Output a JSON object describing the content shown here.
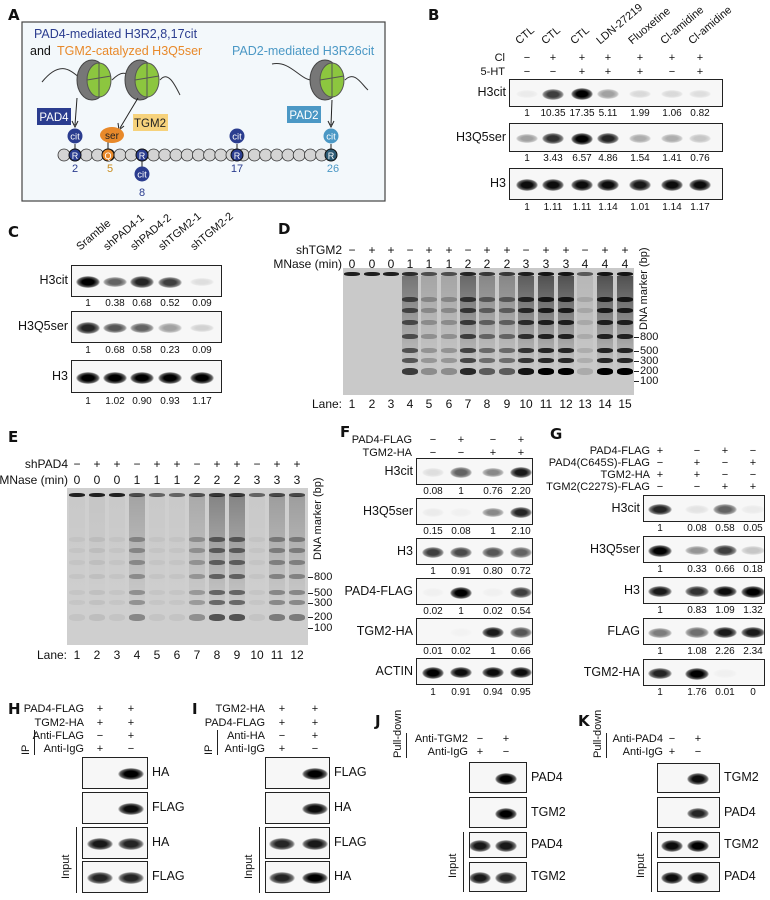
{
  "A": {
    "label": "A",
    "title_pad4": "PAD4-mediated H3R2,8,17cit",
    "title_and": "and",
    "title_tgm2": "TGM2-catalyzed H3Q5ser",
    "title_pad2": "PAD2-mediated H3R26cit",
    "enzyme_pad4": "PAD4",
    "enzyme_tgm2": "TGM2",
    "enzyme_pad2": "PAD2",
    "mod_cit": "cit",
    "mod_ser": "ser",
    "res_R": "R",
    "res_Q": "Q",
    "pos_2": "2",
    "pos_5": "5",
    "pos_8": "8",
    "pos_17": "17",
    "pos_26": "26",
    "colors": {
      "pad4": "#2b3d8f",
      "tgm2": "#e8892a",
      "tgm2_box": "#f6d27c",
      "pad2": "#4b98c5",
      "histone": "#8cc63f"
    }
  },
  "B": {
    "label": "B",
    "columns": [
      "CTL",
      "CTL",
      "CTL",
      "LDN-27219",
      "Fluoxetine",
      "Cl-amidine",
      "Cl-amidine"
    ],
    "conditions": [
      {
        "name": "Cl",
        "values": [
          "−",
          "+",
          "+",
          "+",
          "+",
          "+",
          "+"
        ]
      },
      {
        "name": "5-HT",
        "values": [
          "−",
          "−",
          "+",
          "+",
          "+",
          "−",
          "+"
        ]
      }
    ],
    "blots": [
      {
        "name": "H3cit",
        "bands": [
          0.05,
          0.75,
          1,
          0.35,
          0.12,
          0.12,
          0.1
        ],
        "quant": [
          "1",
          "10.35",
          "17.35",
          "5.11",
          "1.99",
          "1.06",
          "0.82"
        ]
      },
      {
        "name": "H3Q5ser",
        "bands": [
          0.35,
          0.8,
          1,
          0.85,
          0.3,
          0.3,
          0.2
        ],
        "quant": [
          "1",
          "3.43",
          "6.57",
          "4.86",
          "1.54",
          "1.41",
          "0.76"
        ]
      },
      {
        "name": "H3",
        "bands": [
          0.95,
          0.95,
          0.95,
          0.95,
          0.9,
          0.95,
          0.95
        ],
        "quant": [
          "1",
          "1.11",
          "1.11",
          "1.14",
          "1.01",
          "1.14",
          "1.17"
        ]
      }
    ]
  },
  "C": {
    "label": "C",
    "columns": [
      "Sramble",
      "shPAD4-1",
      "shPAD4-2",
      "shTGM2-1",
      "shTGM2-2"
    ],
    "conditions": [],
    "blots": [
      {
        "name": "H3cit",
        "bands": [
          1,
          0.6,
          0.85,
          0.75,
          0.1
        ],
        "quant": [
          "1",
          "0.38",
          "0.68",
          "0.52",
          "0.09"
        ]
      },
      {
        "name": "H3Q5ser",
        "bands": [
          0.85,
          0.65,
          0.6,
          0.35,
          0.15
        ],
        "quant": [
          "1",
          "0.68",
          "0.58",
          "0.23",
          "0.09"
        ]
      },
      {
        "name": "H3",
        "bands": [
          1,
          1,
          1,
          1,
          1
        ],
        "quant": [
          "1",
          "1.02",
          "0.90",
          "0.93",
          "1.17"
        ]
      }
    ]
  },
  "D": {
    "label": "D",
    "conditions": [
      {
        "name": "shTGM2",
        "values": [
          "−",
          "+",
          "+",
          "−",
          "+",
          "+",
          "−",
          "+",
          "+",
          "−",
          "+",
          "+",
          "−",
          "+",
          "+"
        ]
      },
      {
        "name": "MNase (min)",
        "values": [
          "0",
          "0",
          "0",
          "1",
          "1",
          "1",
          "2",
          "2",
          "2",
          "3",
          "3",
          "3",
          "4",
          "4",
          "4"
        ]
      }
    ],
    "lane_label": "Lane:",
    "lanes": [
      "1",
      "2",
      "3",
      "4",
      "5",
      "6",
      "7",
      "8",
      "9",
      "10",
      "11",
      "12",
      "13",
      "14",
      "15"
    ],
    "lane_intensity": [
      0,
      0,
      0,
      0.7,
      0.3,
      0.3,
      0.8,
      0.55,
      0.55,
      0.9,
      1,
      1,
      0.15,
      1,
      1
    ],
    "marker_title": "DNA marker (bp)",
    "markers": [
      "800",
      "500",
      "300",
      "200",
      "100"
    ]
  },
  "E": {
    "label": "E",
    "conditions": [
      {
        "name": "shPAD4",
        "values": [
          "−",
          "+",
          "+",
          "−",
          "+",
          "+",
          "−",
          "+",
          "+",
          "−",
          "+",
          "+"
        ]
      },
      {
        "name": "MNase (min)",
        "values": [
          "0",
          "0",
          "0",
          "1",
          "1",
          "1",
          "2",
          "2",
          "2",
          "3",
          "3",
          "3"
        ]
      }
    ],
    "lane_label": "Lane:",
    "lanes": [
      "1",
      "2",
      "3",
      "4",
      "5",
      "6",
      "7",
      "8",
      "9",
      "10",
      "11",
      "12"
    ],
    "lane_intensity": [
      0.05,
      0.08,
      0.05,
      0.35,
      0.05,
      0.05,
      0.3,
      0.6,
      0.6,
      0.05,
      0.4,
      0.4
    ],
    "marker_title": "DNA marker (bp)",
    "markers": [
      "800",
      "500",
      "300",
      "200",
      "100"
    ]
  },
  "F": {
    "label": "F",
    "conditions": [
      {
        "name": "PAD4-FLAG",
        "values": [
          "−",
          "+",
          "−",
          "+"
        ]
      },
      {
        "name": "TGM2-HA",
        "values": [
          "−",
          "−",
          "+",
          "+"
        ]
      }
    ],
    "blots": [
      {
        "name": "H3cit",
        "bands": [
          0.1,
          0.6,
          0.45,
          0.9
        ],
        "quant": [
          "0.08",
          "1",
          "0.76",
          "2.20"
        ]
      },
      {
        "name": "H3Q5ser",
        "bands": [
          0.05,
          0.03,
          0.45,
          0.85
        ],
        "quant": [
          "0.15",
          "0.08",
          "1",
          "2.10"
        ]
      },
      {
        "name": "H3",
        "bands": [
          0.75,
          0.7,
          0.65,
          0.6
        ],
        "quant": [
          "1",
          "0.91",
          "0.80",
          "0.72"
        ]
      },
      {
        "name": "PAD4-FLAG",
        "bands": [
          0.03,
          1,
          0.03,
          0.75
        ],
        "quant": [
          "0.02",
          "1",
          "0.02",
          "0.54"
        ]
      },
      {
        "name": "TGM2-HA",
        "bands": [
          0,
          0.02,
          0.9,
          0.65
        ],
        "quant": [
          "0.01",
          "0.02",
          "1",
          "0.66"
        ]
      },
      {
        "name": "ACTIN",
        "bands": [
          1,
          0.95,
          0.95,
          0.95
        ],
        "quant": [
          "1",
          "0.91",
          "0.94",
          "0.95"
        ]
      }
    ]
  },
  "G": {
    "label": "G",
    "conditions": [
      {
        "name": "PAD4-FLAG",
        "values": [
          "+",
          "−",
          "+",
          "−"
        ]
      },
      {
        "name": "PAD4(C645S)-FLAG",
        "values": [
          "−",
          "+",
          "−",
          "+"
        ]
      },
      {
        "name": "TGM2-HA",
        "values": [
          "+",
          "+",
          "−",
          "−"
        ]
      },
      {
        "name": "TGM2(C227S)-FLAG",
        "values": [
          "−",
          "−",
          "+",
          "+"
        ]
      }
    ],
    "blots": [
      {
        "name": "H3cit",
        "bands": [
          0.85,
          0.08,
          0.6,
          0.05
        ],
        "quant": [
          "1",
          "0.08",
          "0.58",
          "0.05"
        ]
      },
      {
        "name": "H3Q5ser",
        "bands": [
          1,
          0.4,
          0.75,
          0.2
        ],
        "quant": [
          "1",
          "0.33",
          "0.66",
          "0.18"
        ]
      },
      {
        "name": "H3",
        "bands": [
          0.9,
          0.8,
          0.95,
          1
        ],
        "quant": [
          "1",
          "0.83",
          "1.09",
          "1.32"
        ]
      },
      {
        "name": "FLAG",
        "bands": [
          0.5,
          0.55,
          0.9,
          0.9
        ],
        "quant": [
          "1",
          "1.08",
          "2.26",
          "2.34"
        ]
      },
      {
        "name": "TGM2-HA",
        "bands": [
          0.85,
          1,
          0.03,
          0
        ],
        "quant": [
          "1",
          "1.76",
          "0.01",
          "0"
        ]
      }
    ]
  },
  "H": {
    "label": "H",
    "conditions": [
      {
        "name": "PAD4-FLAG",
        "values": [
          "+",
          "+"
        ]
      },
      {
        "name": "TGM2-HA",
        "values": [
          "+",
          "+"
        ]
      },
      {
        "name": "Anti-FLAG",
        "values": [
          "−",
          "+"
        ]
      },
      {
        "name": "Anti-IgG",
        "values": [
          "+",
          "−"
        ]
      }
    ],
    "ip_label": "IP",
    "input_label": "Input",
    "blots": [
      {
        "name": "HA",
        "bands": [
          0,
          1
        ]
      },
      {
        "name": "FLAG",
        "bands": [
          0,
          0.95
        ]
      },
      {
        "name": "HA",
        "bands": [
          0.9,
          0.85
        ]
      },
      {
        "name": "FLAG",
        "bands": [
          0.85,
          0.85
        ]
      }
    ]
  },
  "I": {
    "label": "I",
    "conditions": [
      {
        "name": "TGM2-HA",
        "values": [
          "+",
          "+"
        ]
      },
      {
        "name": "PAD4-FLAG",
        "values": [
          "+",
          "+"
        ]
      },
      {
        "name": "Anti-HA",
        "values": [
          "−",
          "+"
        ]
      },
      {
        "name": "Anti-IgG",
        "values": [
          "+",
          "−"
        ]
      }
    ],
    "ip_label": "IP",
    "input_label": "Input",
    "blots": [
      {
        "name": "FLAG",
        "bands": [
          0,
          1
        ]
      },
      {
        "name": "HA",
        "bands": [
          0,
          0.95
        ]
      },
      {
        "name": "FLAG",
        "bands": [
          0.85,
          0.9
        ]
      },
      {
        "name": "HA",
        "bands": [
          0.85,
          1
        ]
      }
    ]
  },
  "J": {
    "label": "J",
    "conditions": [
      {
        "name": "Anti-TGM2",
        "values": [
          "−",
          "+"
        ]
      },
      {
        "name": "Anti-IgG",
        "values": [
          "+",
          "−"
        ]
      }
    ],
    "ip_label": "Pull-down",
    "input_label": "Input",
    "blots": [
      {
        "name": "PAD4",
        "bands": [
          0,
          1
        ]
      },
      {
        "name": "TGM2",
        "bands": [
          0,
          1
        ]
      },
      {
        "name": "PAD4",
        "bands": [
          0.9,
          0.9
        ]
      },
      {
        "name": "TGM2",
        "bands": [
          0.9,
          0.85
        ]
      }
    ]
  },
  "K": {
    "label": "K",
    "conditions": [
      {
        "name": "Anti-PAD4",
        "values": [
          "−",
          "+"
        ]
      },
      {
        "name": "Anti-IgG",
        "values": [
          "+",
          "−"
        ]
      }
    ],
    "ip_label": "Pull-down",
    "input_label": "Input",
    "blots": [
      {
        "name": "TGM2",
        "bands": [
          0,
          0.95
        ]
      },
      {
        "name": "PAD4",
        "bands": [
          0,
          0.85
        ]
      },
      {
        "name": "TGM2",
        "bands": [
          0.95,
          1
        ]
      },
      {
        "name": "PAD4",
        "bands": [
          0.95,
          0.95
        ]
      }
    ]
  }
}
